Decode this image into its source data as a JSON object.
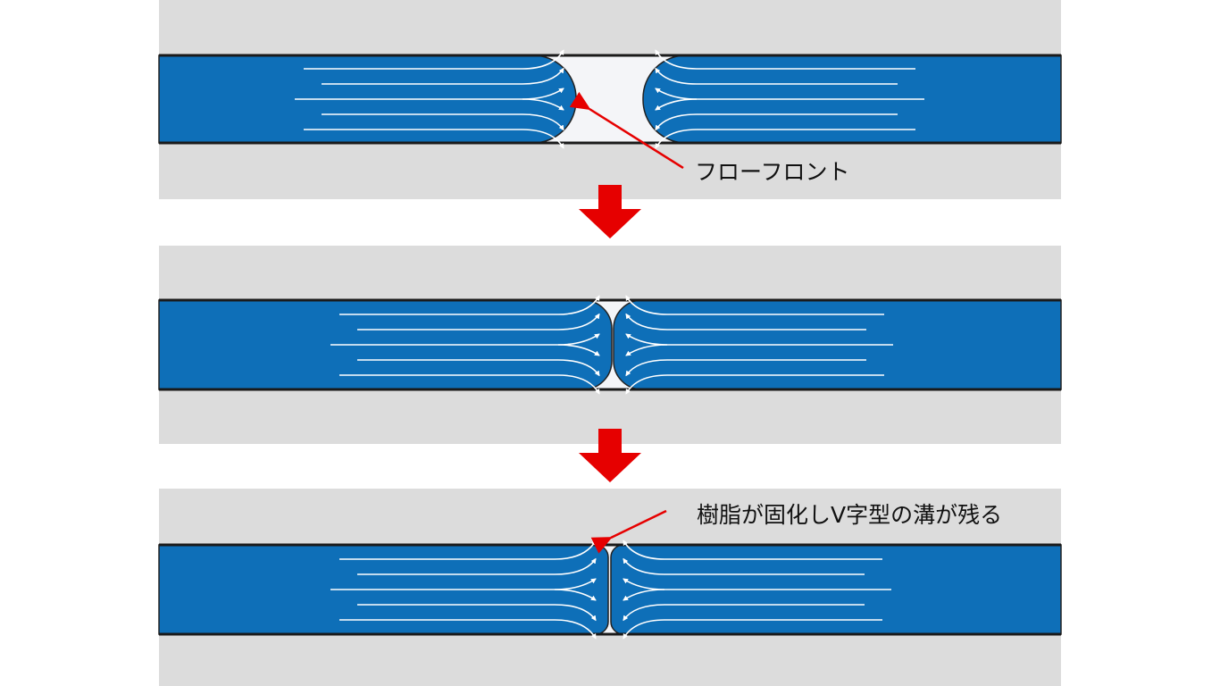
{
  "title": "Resin flow front weld diagram",
  "annotations": {
    "flow_front": "フローフロント",
    "v_groove": "樹脂が固化しV字型の溝が残る"
  },
  "colors": {
    "resin": "#0e6fb8",
    "mold": "#dcdcdc",
    "gap": "#f4f5f8",
    "arrow": "#e60000",
    "flow_line": "#ffffff"
  },
  "stages": [
    {
      "name": "flow-fronts-approaching"
    },
    {
      "name": "flow-fronts-meeting"
    },
    {
      "name": "resin-solidified"
    }
  ]
}
